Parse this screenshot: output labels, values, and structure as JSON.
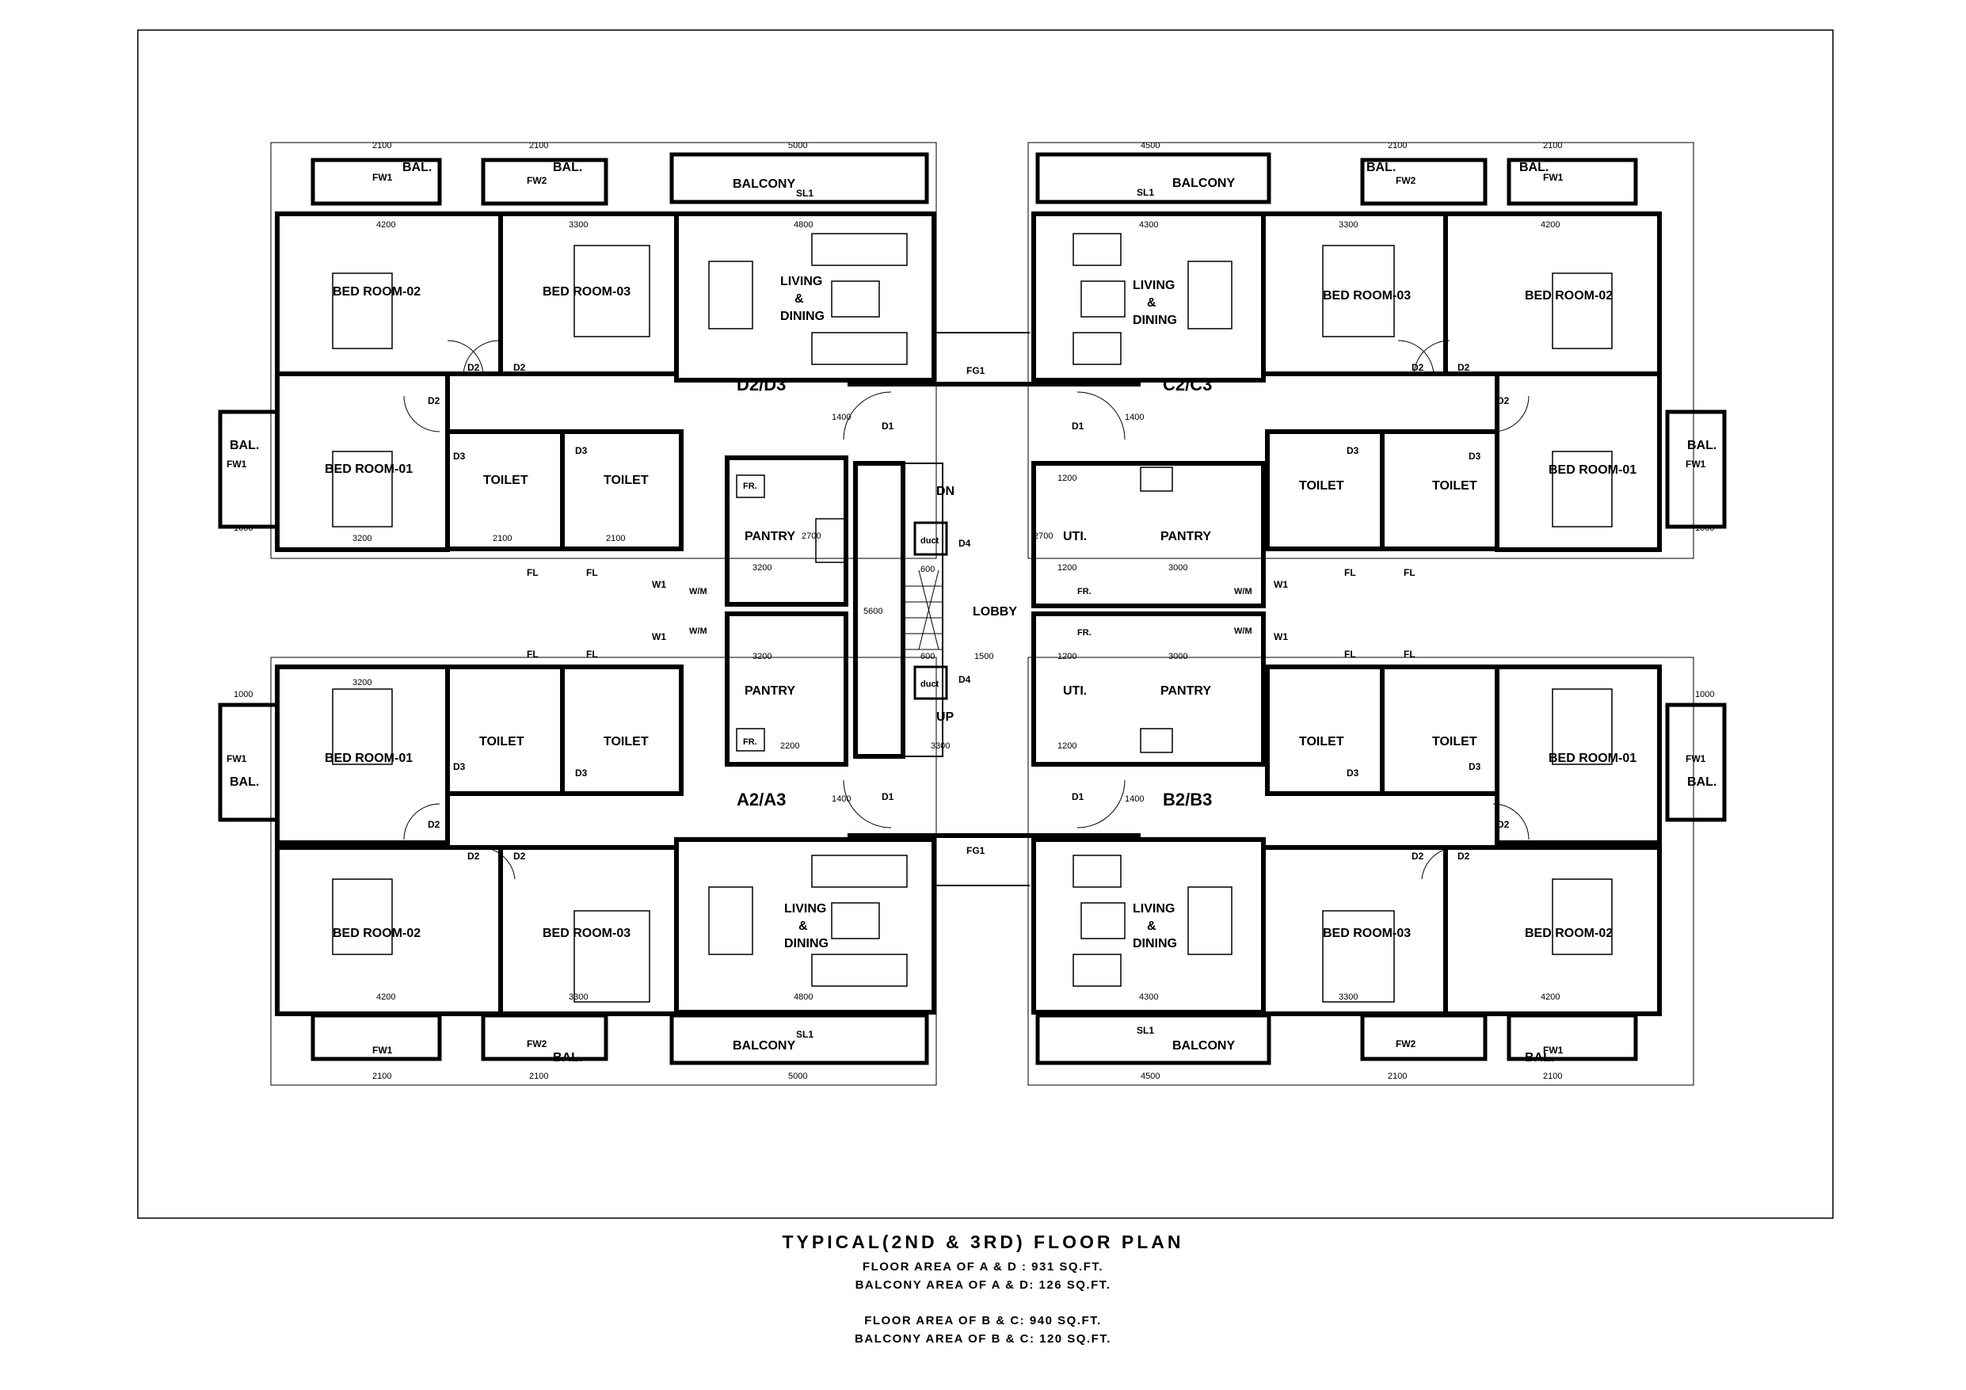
{
  "plan": {
    "title": "TYPICAL(2ND & 3RD) FLOOR PLAN",
    "area_lines": [
      "FLOOR AREA OF A & D : 931 SQ.FT.",
      "BALCONY AREA OF A & D: 126 SQ.FT.",
      "FLOOR AREA OF B & C: 940 SQ.FT.",
      "BALCONY AREA OF B & C: 120 SQ.FT."
    ]
  },
  "units": {
    "tl": "D2/D3",
    "tr": "C2/C3",
    "bl": "A2/A3",
    "br": "B2/B3"
  },
  "rooms": {
    "bed1": "BED ROOM-01",
    "bed2": "BED ROOM-02",
    "bed3": "BED ROOM-03",
    "toilet": "TOILET",
    "living_1": "LIVING",
    "living_2": "&",
    "living_3": "DINING",
    "pantry": "PANTRY",
    "uti": "UTI.",
    "balcony": "BALCONY",
    "bal": "BAL.",
    "lobby": "LOBBY",
    "dn": "DN",
    "up": "UP",
    "fr": "FR.",
    "wm": "W/M",
    "duct": "duct"
  },
  "tags": {
    "fw1": "FW1",
    "fw2": "FW2",
    "sl1": "SL1",
    "d1": "D1",
    "d2": "D2",
    "d3": "D3",
    "d4": "D4",
    "fl": "FL",
    "w1": "W1",
    "fg1": "FG1"
  },
  "dims": {
    "d2100": "2100",
    "d5000": "5000",
    "d4500": "4500",
    "d1000": "1000",
    "d4200": "4200",
    "d3300": "3300",
    "d4800": "4800",
    "d4300": "4300",
    "d3000": "3000",
    "d3200": "3200",
    "d2200": "2200",
    "d1400": "1400",
    "d1200": "1200",
    "d2700": "2700",
    "d600": "600",
    "d1500": "1500",
    "d5600": "5600"
  }
}
